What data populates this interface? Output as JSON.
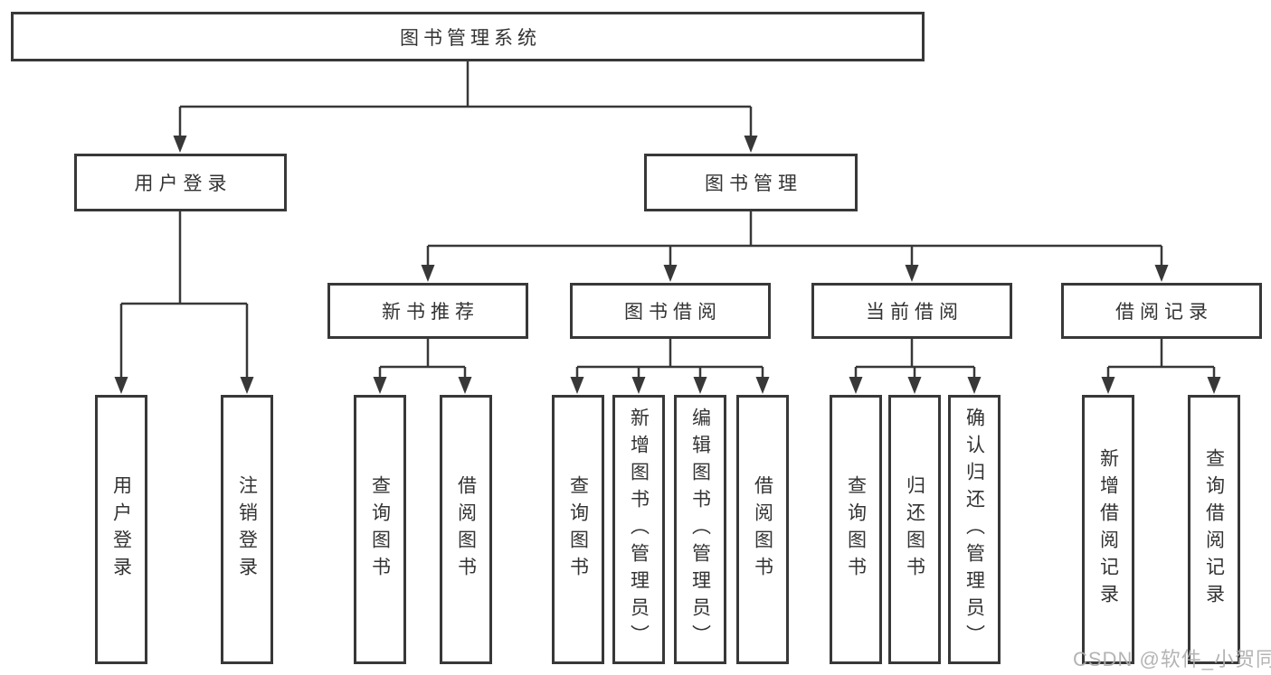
{
  "diagram": {
    "root_label": "图书管理系统",
    "level2": [
      {
        "label": "用户登录",
        "leaves": [
          "用户登录",
          "注销登录"
        ]
      },
      {
        "label": "图书管理"
      }
    ],
    "level3": [
      {
        "label": "新书推荐",
        "leaves": [
          "查询图书",
          "借阅图书"
        ]
      },
      {
        "label": "图书借阅",
        "leaves": [
          "查询图书",
          "新增图书（管理员）",
          "编辑图书（管理员）",
          "借阅图书"
        ]
      },
      {
        "label": "当前借阅",
        "leaves": [
          "查询图书",
          "归还图书",
          "确认归还（管理员）"
        ]
      },
      {
        "label": "借阅记录",
        "leaves": [
          "新增借阅记录",
          "查询借阅记录"
        ]
      }
    ]
  },
  "watermark": "CSDN @软件_小贺同学",
  "colors": {
    "line": "#383838",
    "text": "#333333",
    "watermark": "#aeaeae",
    "background": "#ffffff"
  }
}
